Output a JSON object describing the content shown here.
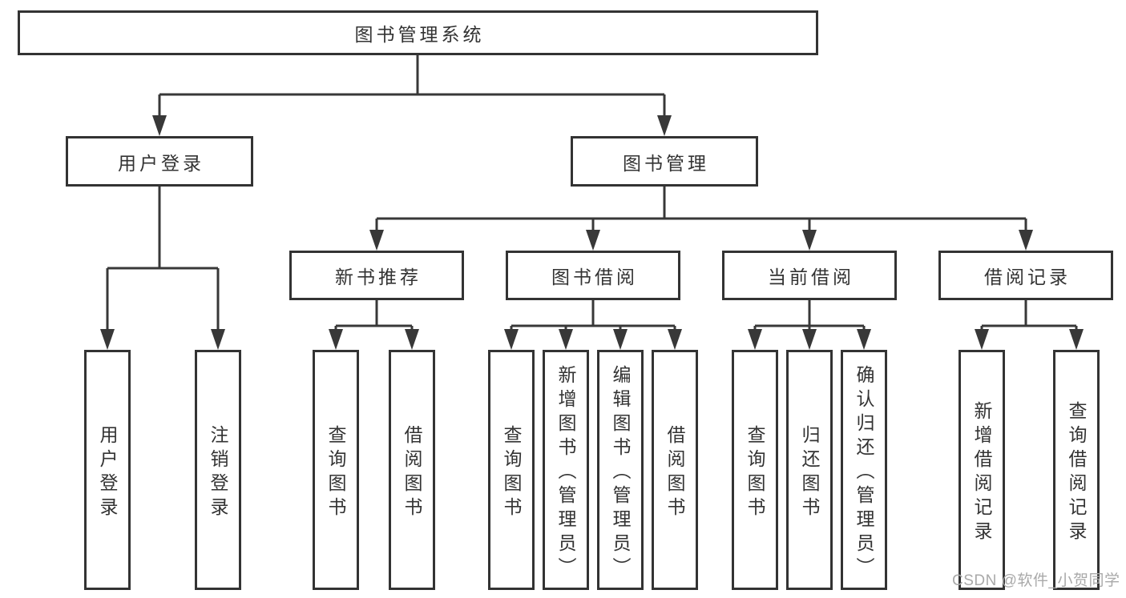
{
  "nodes": {
    "root": "图书管理系统",
    "user_login": "用户登录",
    "book_management": "图书管理",
    "new_book_recommend": "新书推荐",
    "book_borrow": "图书借阅",
    "current_borrow": "当前借阅",
    "borrow_records": "借阅记录",
    "leaf_user_login": "用户登录",
    "leaf_logout": "注销登录",
    "leaf_rec_query_books": "查询图书",
    "leaf_rec_borrow_books": "借阅图书",
    "leaf_bb_query_books": "查询图书",
    "leaf_bb_add_books": "新增图书（管理员）",
    "leaf_bb_edit_books": "编辑图书（管理员）",
    "leaf_bb_borrow_books": "借阅图书",
    "leaf_cb_query_books": "查询图书",
    "leaf_cb_return_books": "归还图书",
    "leaf_cb_confirm_return": "确认归还（管理员）",
    "leaf_br_add_record": "新增借阅记录",
    "leaf_br_query_record": "查询借阅记录"
  },
  "watermark": "CSDN @软件_小贺同学",
  "colors": {
    "line": "#383838",
    "text": "#333333",
    "box_background": "#ffffff",
    "watermark": "#a9a9a9",
    "background": "#ffffff"
  }
}
